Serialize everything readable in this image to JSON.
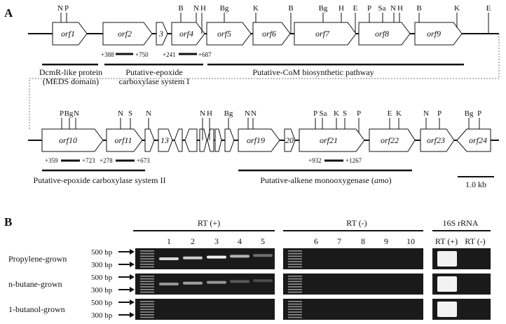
{
  "panelA": {
    "label": "A",
    "row1": {
      "sites": [
        {
          "t": "N"
        },
        {
          "t": "P"
        },
        {
          "t": "B"
        },
        {
          "t": "N"
        },
        {
          "t": "H"
        },
        {
          "t": "Bg"
        },
        {
          "t": "K"
        },
        {
          "t": "B"
        },
        {
          "t": "Bg"
        },
        {
          "t": "H"
        },
        {
          "t": "E"
        },
        {
          "t": "P"
        },
        {
          "t": "Sa"
        },
        {
          "t": "N"
        },
        {
          "t": "H"
        },
        {
          "t": "B"
        },
        {
          "t": "K"
        },
        {
          "t": "E"
        }
      ],
      "orfs": [
        "orf1",
        "orf2",
        "3",
        "orf4",
        "orf5",
        "orf6",
        "orf7",
        "orf8",
        "orf9"
      ],
      "coords": [
        "+388",
        "+750",
        "+241",
        "+687"
      ],
      "groups": [
        [
          "DcmR-like protein",
          "(MEDS domain)"
        ],
        [
          "Putative-epoxide",
          "carboxylase system I"
        ],
        [
          "Putative-CoM biosynthetic pathway"
        ]
      ]
    },
    "row2": {
      "sites": [
        {
          "t": "P"
        },
        {
          "t": "Bg"
        },
        {
          "t": "N"
        },
        {
          "t": "N"
        },
        {
          "t": "S"
        },
        {
          "t": "N"
        },
        {
          "t": "N"
        },
        {
          "t": "H"
        },
        {
          "t": "Bg"
        },
        {
          "t": "N"
        },
        {
          "t": "N"
        },
        {
          "t": "P"
        },
        {
          "t": "Sa"
        },
        {
          "t": "K"
        },
        {
          "t": "S"
        },
        {
          "t": "P"
        },
        {
          "t": "E"
        },
        {
          "t": "K"
        },
        {
          "t": "N"
        },
        {
          "t": "P"
        },
        {
          "t": "Bg"
        },
        {
          "t": "P"
        }
      ],
      "orfs": [
        "orf10",
        "orf11",
        "13",
        "orf19",
        "20",
        "orf21",
        "orf22",
        "orf23",
        "orf24"
      ],
      "coords": [
        "+359",
        "+723",
        "+278",
        "+673",
        "+932",
        "+1267"
      ],
      "groups": [
        "Putative-epoxide carboxylase system II",
        "Putative-alkene monooxygenase (amo)"
      ],
      "groups_italic_part": "amo",
      "scale": "1.0 kb"
    }
  },
  "panelB": {
    "label": "B",
    "rt_plus": "RT (+)",
    "rt_minus": "RT (-)",
    "rrna": "16S rRNA",
    "rrna_plus": "RT (+)",
    "rrna_minus": "RT (-)",
    "lanes_plus": [
      "1",
      "2",
      "3",
      "4",
      "5"
    ],
    "lanes_minus": [
      "6",
      "7",
      "8",
      "9",
      "10"
    ],
    "conditions": [
      "Propylene-grown",
      "n-butane-grown",
      "1-butanol-grown"
    ],
    "size_upper": "500 bp",
    "size_lower": "300 bp",
    "band_intensity": [
      [
        0.85,
        0.8,
        0.95,
        0.7,
        0.35
      ],
      [
        0.55,
        0.6,
        0.55,
        0.2,
        0.1
      ],
      [
        0,
        0,
        0,
        0,
        0
      ]
    ],
    "rrna_intensity": [
      1,
      1,
      1
    ]
  }
}
